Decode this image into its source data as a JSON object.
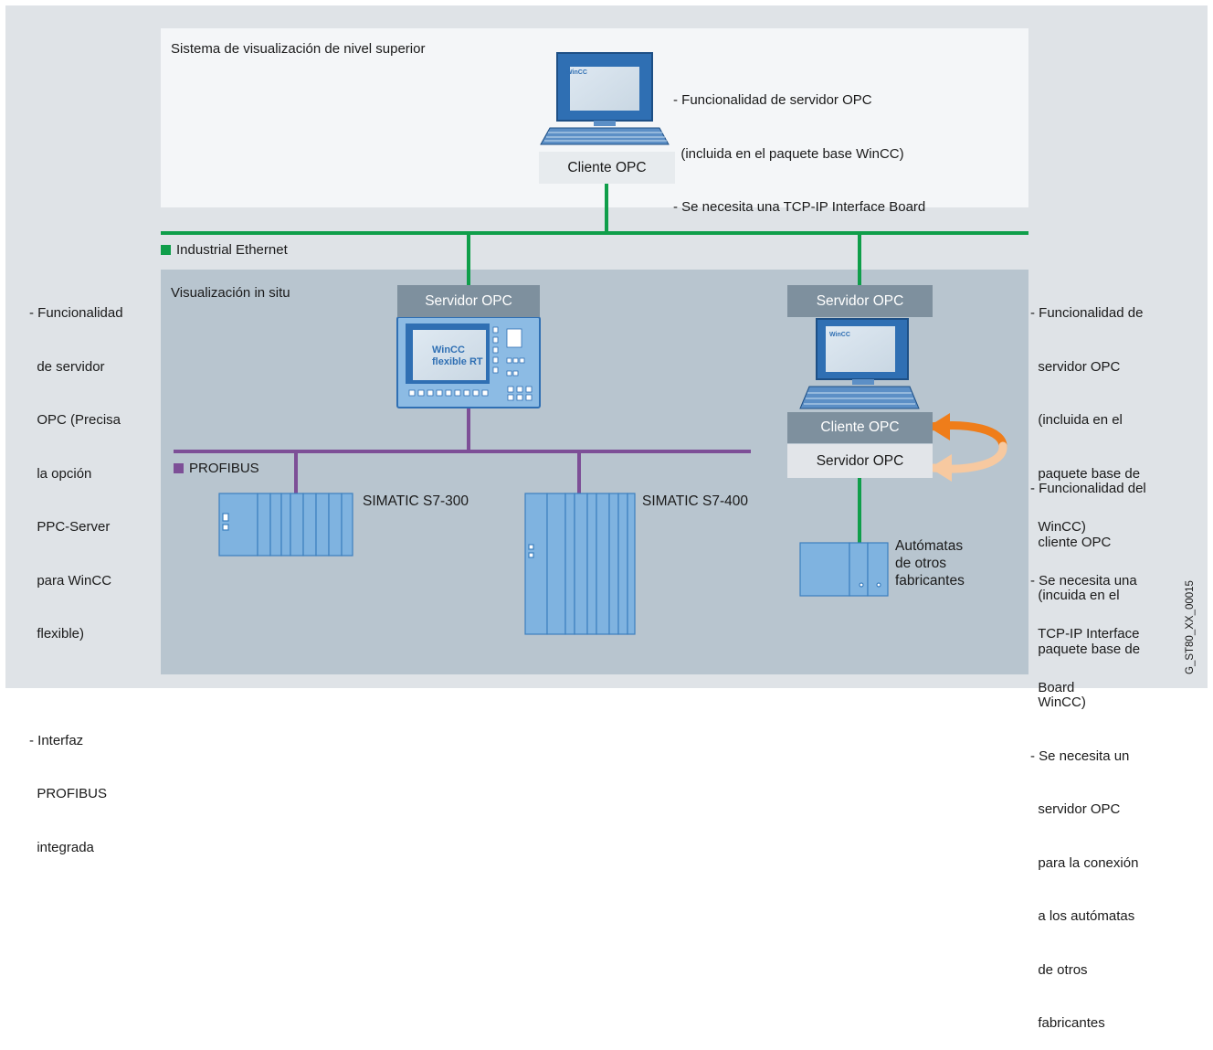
{
  "top": {
    "title": "Sistema de visualización de nivel superior",
    "notes": [
      "- Funcionalidad de servidor OPC",
      "  (incluida en el paquete base WinCC)",
      "- Se necesita una TCP-IP Interface Board"
    ],
    "client_label": "Cliente OPC",
    "screen_text": "WinCC"
  },
  "networks": {
    "ethernet_label": "Industrial Ethernet",
    "ethernet_color": "#0f9e4a",
    "profibus_label": "PROFIBUS",
    "profibus_color": "#7d4f97"
  },
  "local": {
    "title": "Visualización in situ",
    "panel_server_label": "Servidor OPC",
    "panel_screen_line1": "WinCC",
    "panel_screen_line2": "flexible RT",
    "pc_server_label": "Servidor OPC",
    "pc_screen_text": "WinCC",
    "pc_client_label": "Cliente OPC",
    "pc_server2_label": "Servidor OPC",
    "s7_300_label": "SIMATIC S7-300",
    "s7_400_label": "SIMATIC S7-400",
    "third_party_label": [
      "Autómatas",
      "de otros",
      "fabricantes"
    ]
  },
  "left_notes": {
    "group1": [
      "- Funcionalidad",
      "  de servidor",
      "  OPC (Precisa",
      "  la opción",
      "  PPC-Server",
      "  para WinCC",
      "  flexible)"
    ],
    "group2": [
      "- Interfaz",
      "  PROFIBUS",
      "  integrada"
    ]
  },
  "right_notes": {
    "group1": [
      "- Funcionalidad de",
      "  servidor OPC",
      "  (incluida en el",
      "  paquete base de",
      "  WinCC)",
      "- Se necesita una",
      "  TCP-IP Interface",
      "  Board"
    ],
    "group2": [
      "- Funcionalidad del",
      "  cliente OPC",
      "  (incuida en el",
      "  paquete base de",
      "  WinCC)",
      "- Se necesita un",
      "  servidor OPC",
      "  para la conexión",
      "  a los autómatas",
      "  de otros",
      "  fabricantes"
    ]
  },
  "figure_id": "G_ST80_XX_00015",
  "colors": {
    "arrow_orange": "#ef7d1a",
    "arrow_light": "#f7c9a0",
    "device_blue": "#7fb3e0"
  }
}
